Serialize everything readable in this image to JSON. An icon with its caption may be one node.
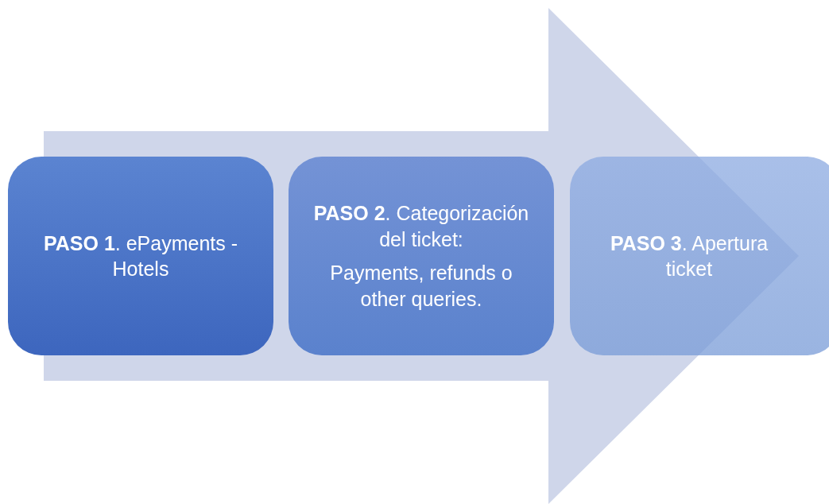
{
  "diagram": {
    "nodes": [
      {
        "text": [
          "**PASO 1**. ePayments - Hotels"
        ]
      },
      {
        "text": [
          "**PASO 2**. Categorización del ticket:",
          "Payments, refunds o other queries."
        ]
      },
      {
        "text": [
          "**PASO 3**. Apertura ticket"
        ]
      }
    ],
    "edges": [
      {
        "from": 0,
        "to": 2,
        "arrow": "to",
        "style": "thick"
      }
    ]
  }
}
